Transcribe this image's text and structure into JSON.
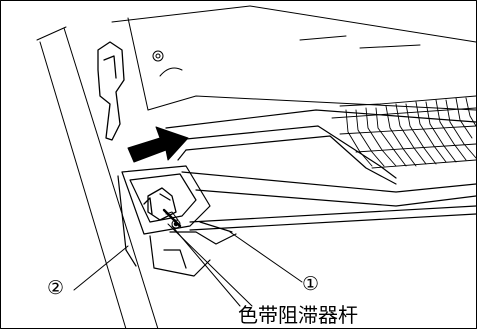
{
  "callouts": {
    "one": "①",
    "two": "②"
  },
  "part_label": "色带阻滞器杆"
}
